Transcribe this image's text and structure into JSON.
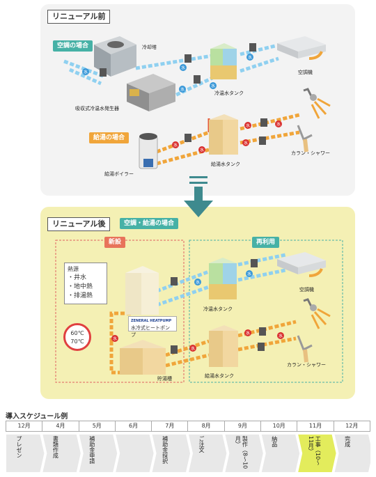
{
  "before": {
    "title": "リニューアル前",
    "ac_tag": "空調の場合",
    "hw_tag": "給湯の場合",
    "labels": {
      "cooling_tower": "冷却塔",
      "absorption": "吸収式冷温水発生器",
      "cold_tank": "冷温水タンク",
      "ac_unit": "空調機",
      "hot_tank": "給湯水タンク",
      "boiler": "給湯ボイラー",
      "shower": "カラン・シャワー"
    },
    "pump_mark_cold": "水",
    "pump_mark_hot": "水"
  },
  "arrow_symbol": "=",
  "after": {
    "title": "リニューアル後",
    "tag": "空調・給湯の場合",
    "new_tag": "新設",
    "reuse_tag": "再利用",
    "heat_source_title": "熱源",
    "heat_sources": [
      "・井水",
      "・地中熱",
      "・排湯熱"
    ],
    "temp_line1": "60℃",
    "temp_line2": "70℃",
    "brand": "ZENERAL HEATPUMP",
    "labels": {
      "heatpump": "水冷式ヒートポンプ",
      "storage": "貯湯槽",
      "cold_tank": "冷温水タンク",
      "ac_unit": "空調機",
      "hot_tank": "給湯水タンク",
      "shower": "カラン・シャワー"
    }
  },
  "schedule": {
    "title": "導入スケジュール例",
    "months": [
      "12月",
      "4月",
      "5月",
      "6月",
      "7月",
      "8月",
      "9月",
      "10月",
      "11月",
      "12月"
    ],
    "tasks": [
      {
        "label": "プレゼン",
        "highlight": false
      },
      {
        "label": "書類作成",
        "highlight": false
      },
      {
        "label": "補助金申請",
        "highlight": false
      },
      {
        "label": "",
        "highlight": false
      },
      {
        "label": "補助金採択",
        "highlight": false
      },
      {
        "label": "ご注文",
        "highlight": false
      },
      {
        "label": "製作（8〜10月）",
        "highlight": false
      },
      {
        "label": "納品",
        "highlight": false
      },
      {
        "label": "工事（10〜11月）",
        "highlight": true
      },
      {
        "label": "完成",
        "highlight": false
      }
    ],
    "colors": {
      "bar": "#e8e8e8",
      "highlight": "#e3ec5c",
      "border": "#bbbbbb"
    }
  },
  "colors": {
    "cold_pipe": "#7cc6ea",
    "hot_pipe": "#f0a53a",
    "red_pump": "#d93030",
    "blue_pump": "#3a98d8"
  }
}
